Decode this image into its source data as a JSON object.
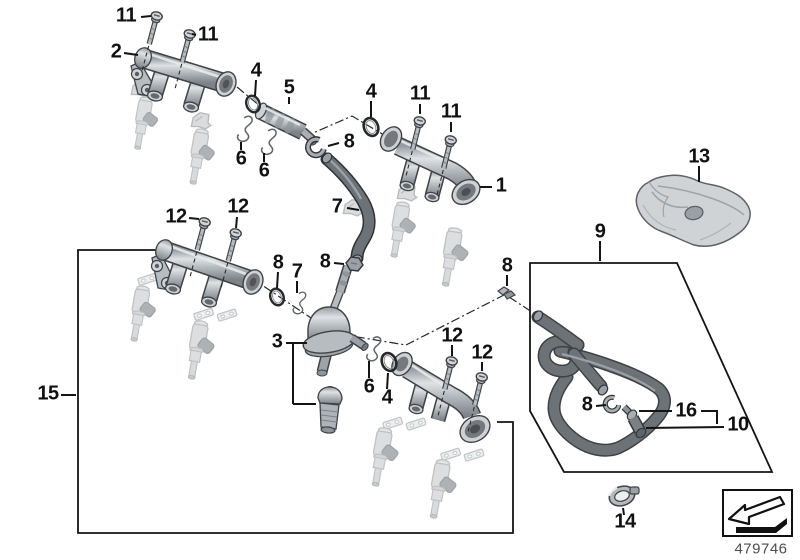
{
  "figure": {
    "part_number": "479746",
    "callouts": [
      {
        "label": "11"
      },
      {
        "label": "11"
      },
      {
        "label": "2"
      },
      {
        "label": "4"
      },
      {
        "label": "5"
      },
      {
        "label": "4"
      },
      {
        "label": "11"
      },
      {
        "label": "11"
      },
      {
        "label": "1"
      },
      {
        "label": "13"
      },
      {
        "label": "12"
      },
      {
        "label": "12"
      },
      {
        "label": "8"
      },
      {
        "label": "7"
      },
      {
        "label": "8"
      },
      {
        "label": "7"
      },
      {
        "label": "8"
      },
      {
        "label": "6"
      },
      {
        "label": "6"
      },
      {
        "label": "3"
      },
      {
        "label": "6"
      },
      {
        "label": "4"
      },
      {
        "label": "12"
      },
      {
        "label": "12"
      },
      {
        "label": "8"
      },
      {
        "label": "9"
      },
      {
        "label": "15"
      },
      {
        "label": "8"
      },
      {
        "label": "16"
      },
      {
        "label": "10"
      },
      {
        "label": "14"
      }
    ]
  },
  "colors": {
    "line": "#141414",
    "metal": "#b7bcc0",
    "ghost": "#dcdee0",
    "hose": "#6d7277",
    "part_number_text": "#4c4c4c"
  }
}
